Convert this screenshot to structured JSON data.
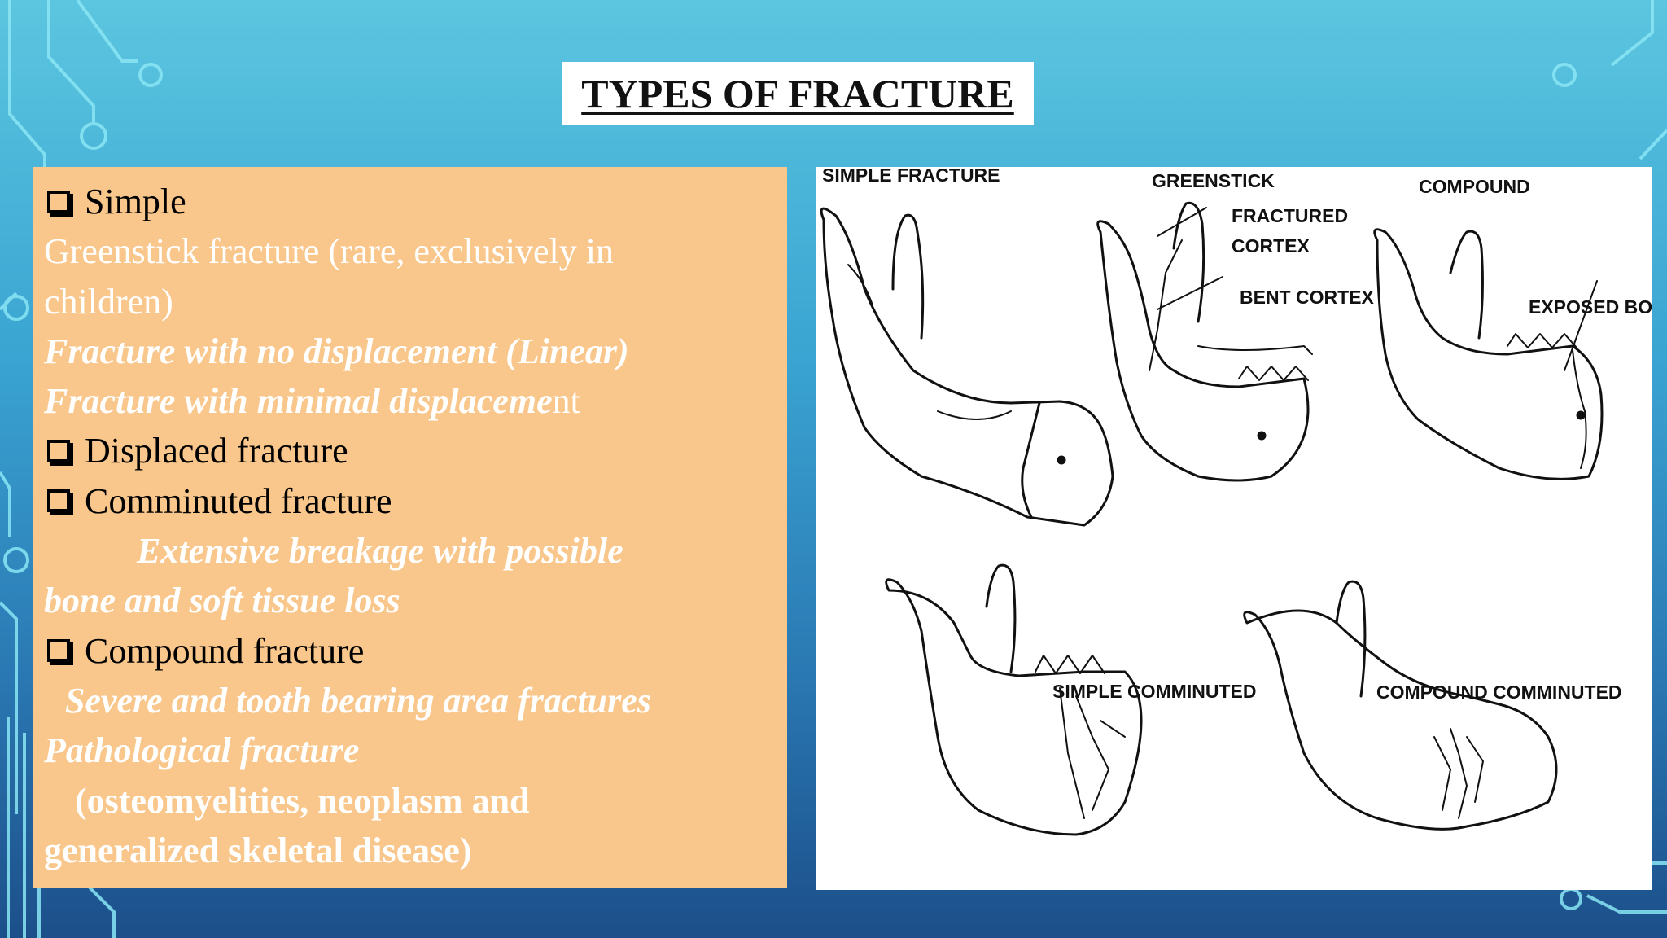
{
  "title": "TYPES OF FRACTURE",
  "text_lines": [
    {
      "kind": "bullet",
      "text": "Simple"
    },
    {
      "kind": "plain",
      "text": "Greenstick fracture (rare, exclusively in"
    },
    {
      "kind": "plain",
      "text": "children)"
    },
    {
      "kind": "bold-italic",
      "text": "Fracture with no displacement (Linear)"
    },
    {
      "kind": "bold-italic",
      "text": "Fracture with minimal displaceme",
      "tail": "nt"
    },
    {
      "kind": "bullet",
      "text": "Displaced fracture"
    },
    {
      "kind": "bullet",
      "text": "Comminuted fracture"
    },
    {
      "kind": "bold-italic",
      "text": "Extensive breakage with possible",
      "indent": true
    },
    {
      "kind": "bold-italic",
      "text": "bone and soft tissue loss"
    },
    {
      "kind": "bullet",
      "text": "Compound fracture"
    },
    {
      "kind": "bold-italic",
      "text": "Severe and tooth bearing area fractures",
      "indent_small": true
    },
    {
      "kind": "bold-italic",
      "text": "Pathological fracture"
    },
    {
      "kind": "bold",
      "text": "(osteomyelities, neoplasm and",
      "indent_small2": true
    },
    {
      "kind": "bold",
      "text": "generalized skeletal disease)"
    }
  ],
  "figure": {
    "labels": {
      "simple": "SIMPLE FRACTURE",
      "greenstick": "GREENSTICK",
      "compound": "COMPOUND",
      "fractured": "FRACTURED",
      "cortex": "CORTEX",
      "bent_cortex": "BENT CORTEX",
      "exposed_bone": "EXPOSED BONE",
      "simple_comminuted": "SIMPLE COMMINUTED",
      "compound_comminuted": "COMPOUND COMMINUTED"
    }
  },
  "colors": {
    "panel": "#f9c78c",
    "title_bg": "#ffffff",
    "circuit": "#7fe3f2"
  }
}
